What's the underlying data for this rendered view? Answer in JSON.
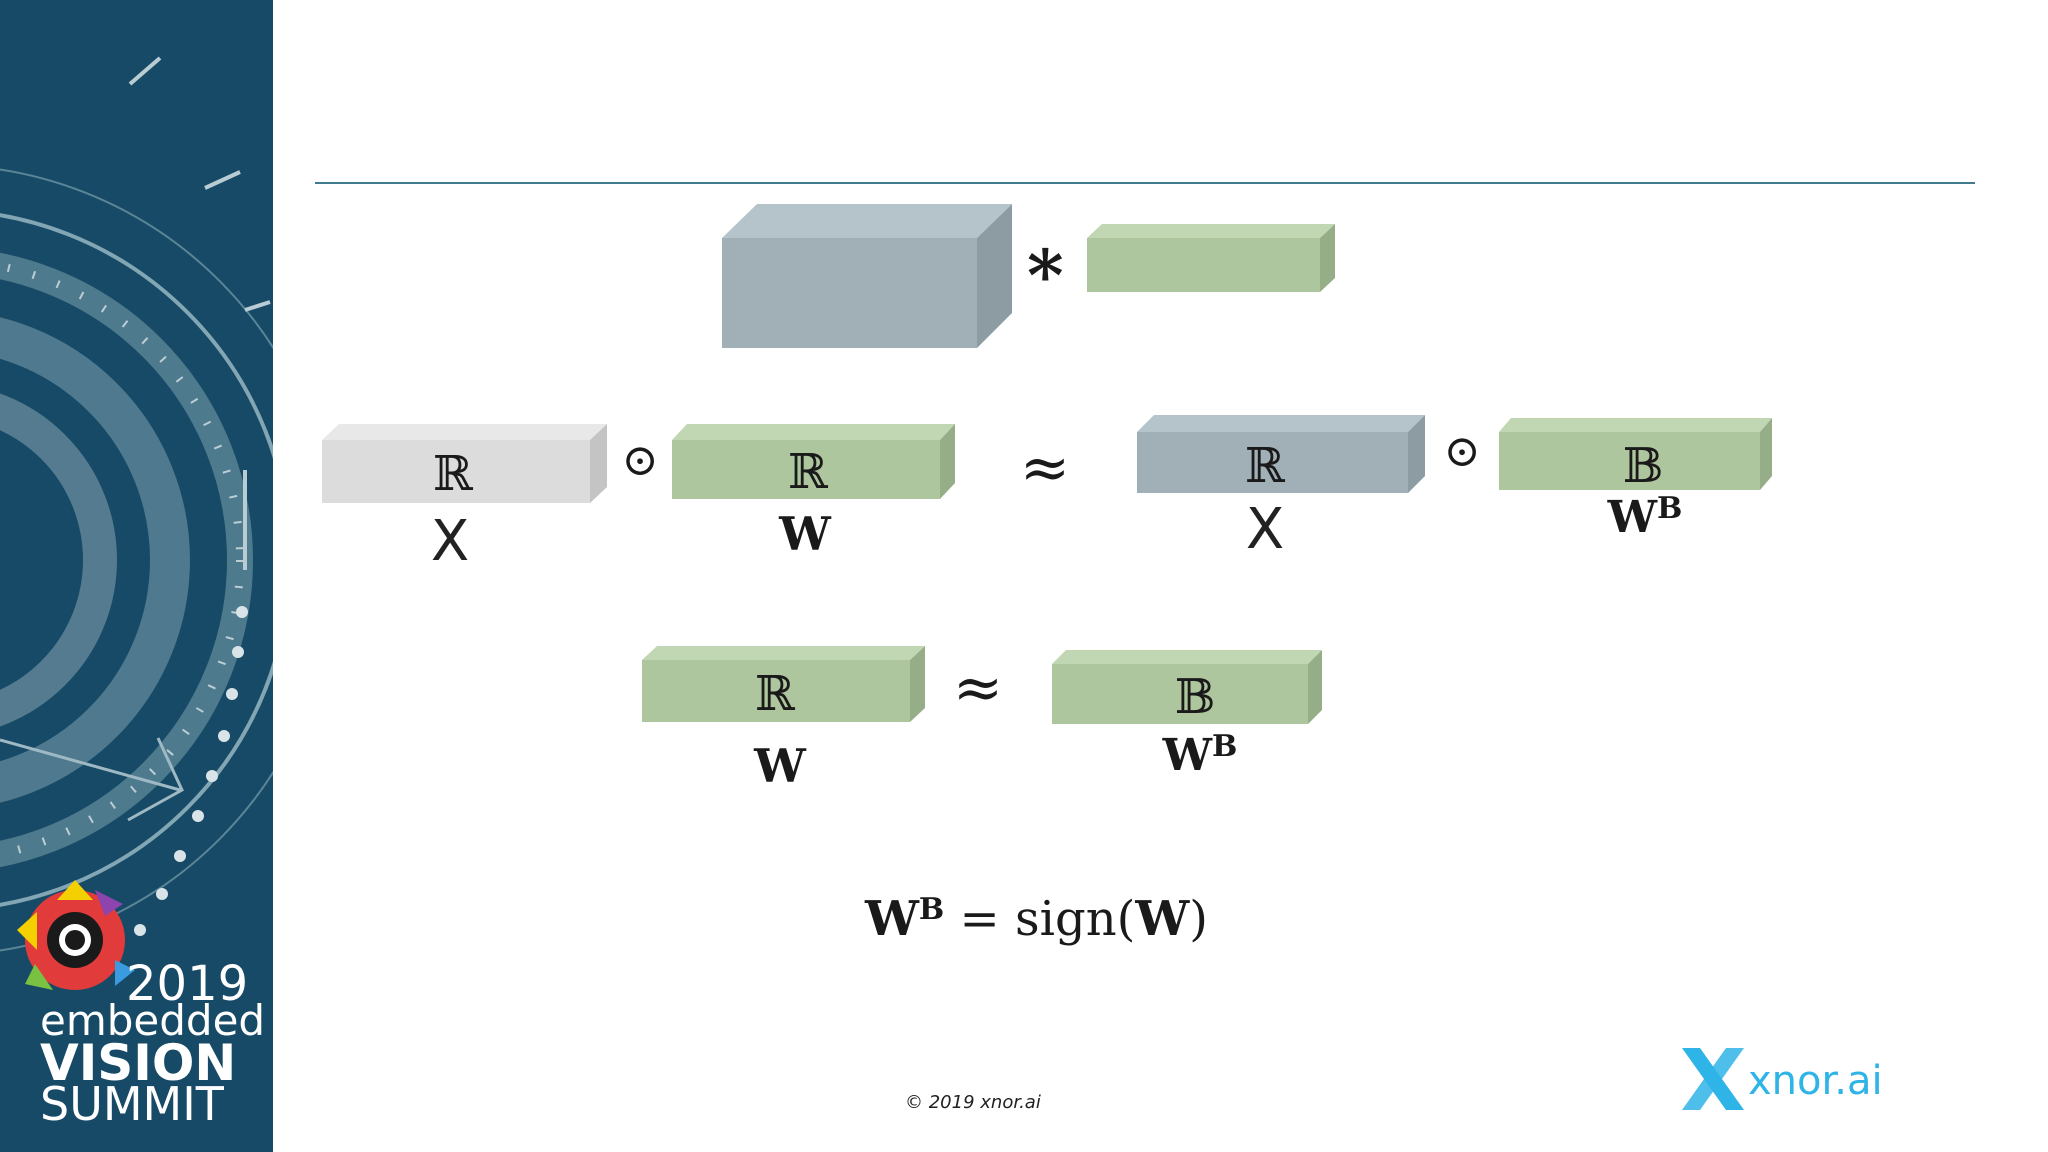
{
  "event": {
    "year": "2019",
    "line1": "embedded",
    "line2": "VISION",
    "line3": "SUMMIT"
  },
  "colors": {
    "sidebar_bg": "#164a66",
    "rule": "#3f7a8e",
    "tensor_input": "#a1b0b6",
    "tensor_weight": "#adc69e",
    "tensor_real_input": "#dcdcdc",
    "xnor_brand": "#2eb4e6"
  },
  "top_row": {
    "operator": "*"
  },
  "middle_row": {
    "input_domain": "ℝ",
    "input_label": "X",
    "op1": "⊙",
    "weight_domain": "ℝ",
    "weight_label": "W",
    "approx": "≈",
    "input2_domain": "ℝ",
    "input2_label": "X",
    "op2": "⊙",
    "binary_domain": "𝔹",
    "binary_label": "W",
    "binary_sup": "B"
  },
  "bottom_row": {
    "weight_domain": "ℝ",
    "weight_label": "W",
    "approx": "≈",
    "binary_domain": "𝔹",
    "binary_label": "W",
    "binary_sup": "B"
  },
  "formula": {
    "lhs": "W",
    "lhs_sup": "B",
    "eq": " = sign(",
    "arg": "W",
    "close": ")"
  },
  "footer": {
    "copyright": "© 2019 xnor.ai",
    "brand": "xnor.ai"
  }
}
